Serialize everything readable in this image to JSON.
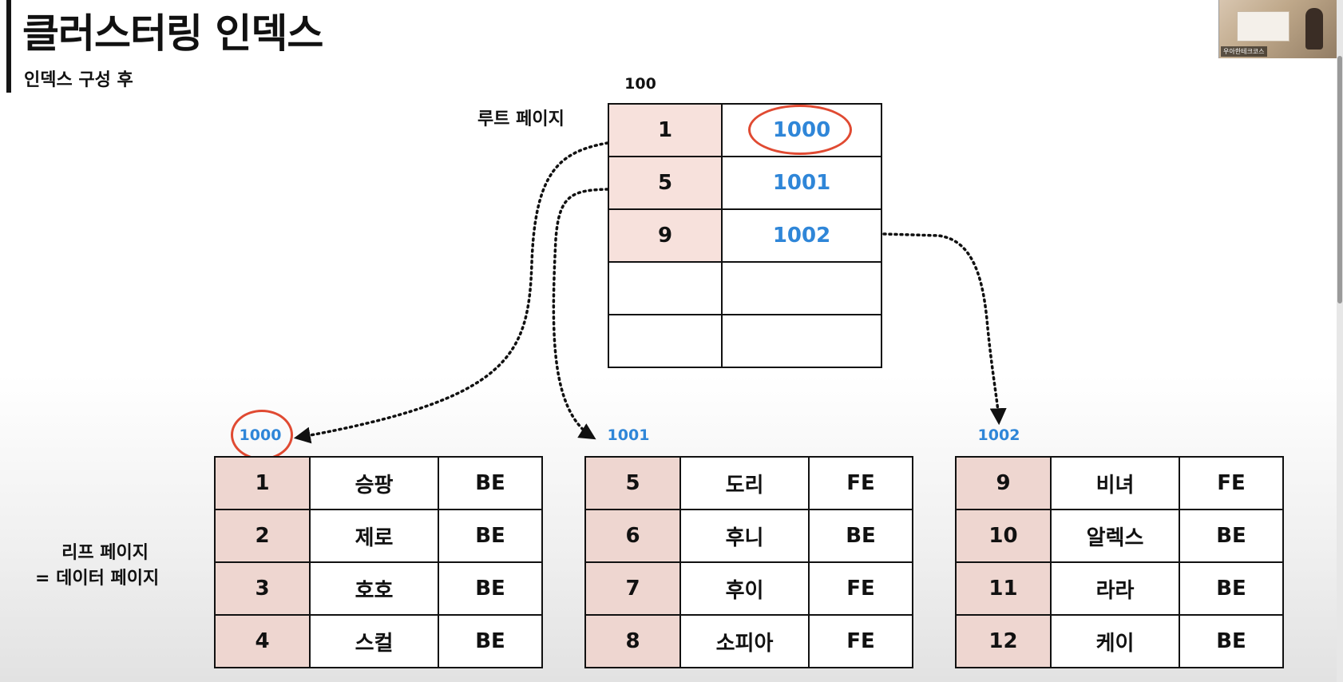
{
  "slide": {
    "title": "클러스터링 인덱스",
    "subtitle": "인덱스 구성 후"
  },
  "root": {
    "page_id": "100",
    "label": "루트 페이지",
    "rows": [
      {
        "key": "1",
        "pointer": "1000",
        "highlighted": true
      },
      {
        "key": "5",
        "pointer": "1001",
        "highlighted": false
      },
      {
        "key": "9",
        "pointer": "1002",
        "highlighted": false
      },
      {
        "key": "",
        "pointer": "",
        "highlighted": false
      },
      {
        "key": "",
        "pointer": "",
        "highlighted": false
      }
    ]
  },
  "leaf_label": {
    "line1": "리프 페이지",
    "line2": "= 데이터 페이지"
  },
  "leaves": [
    {
      "page_id": "1000",
      "highlighted": true,
      "rows": [
        {
          "key": "1",
          "name": "승팡",
          "team": "BE"
        },
        {
          "key": "2",
          "name": "제로",
          "team": "BE"
        },
        {
          "key": "3",
          "name": "호호",
          "team": "BE"
        },
        {
          "key": "4",
          "name": "스컬",
          "team": "BE"
        }
      ]
    },
    {
      "page_id": "1001",
      "highlighted": false,
      "rows": [
        {
          "key": "5",
          "name": "도리",
          "team": "FE"
        },
        {
          "key": "6",
          "name": "후니",
          "team": "BE"
        },
        {
          "key": "7",
          "name": "후이",
          "team": "FE"
        },
        {
          "key": "8",
          "name": "소피아",
          "team": "FE"
        }
      ]
    },
    {
      "page_id": "1002",
      "highlighted": false,
      "rows": [
        {
          "key": "9",
          "name": "비녀",
          "team": "FE"
        },
        {
          "key": "10",
          "name": "알렉스",
          "team": "BE"
        },
        {
          "key": "11",
          "name": "라라",
          "team": "BE"
        },
        {
          "key": "12",
          "name": "케이",
          "team": "BE"
        }
      ]
    }
  ],
  "colors": {
    "accent_blue": "#2f86d8",
    "highlight_red": "#e04a32",
    "key_cell_fill": "#f7e1dc"
  },
  "webcam": {
    "caption": "우아한테크코스"
  }
}
